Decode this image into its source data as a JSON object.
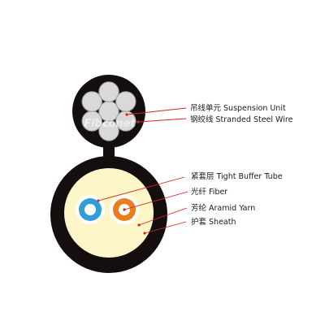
{
  "colors": {
    "sheath": "#140f0e",
    "yarn": "#fdf6c9",
    "tube_blue": "#2f9ed8",
    "tube_orange": "#ec7d1c",
    "core_white": "#ffffff",
    "steel_wire": "#d9d9d9",
    "steel_wire_edge": "#9c9c9c",
    "leader_line": "#d7261d",
    "label_text": "#1a1a1a"
  },
  "watermark": {
    "text": "Fibconet"
  },
  "labels": {
    "suspension_unit": "吊线单元 Suspension Unit",
    "stranded_steel_wire": "钢绞线 Stranded Steel Wire",
    "tight_buffer_tube": "紧套层 Tight Buffer Tube",
    "fiber": "光纤 Fiber",
    "aramid_yarn": "芳纶 Aramid Yarn",
    "sheath": "护套 Sheath"
  }
}
